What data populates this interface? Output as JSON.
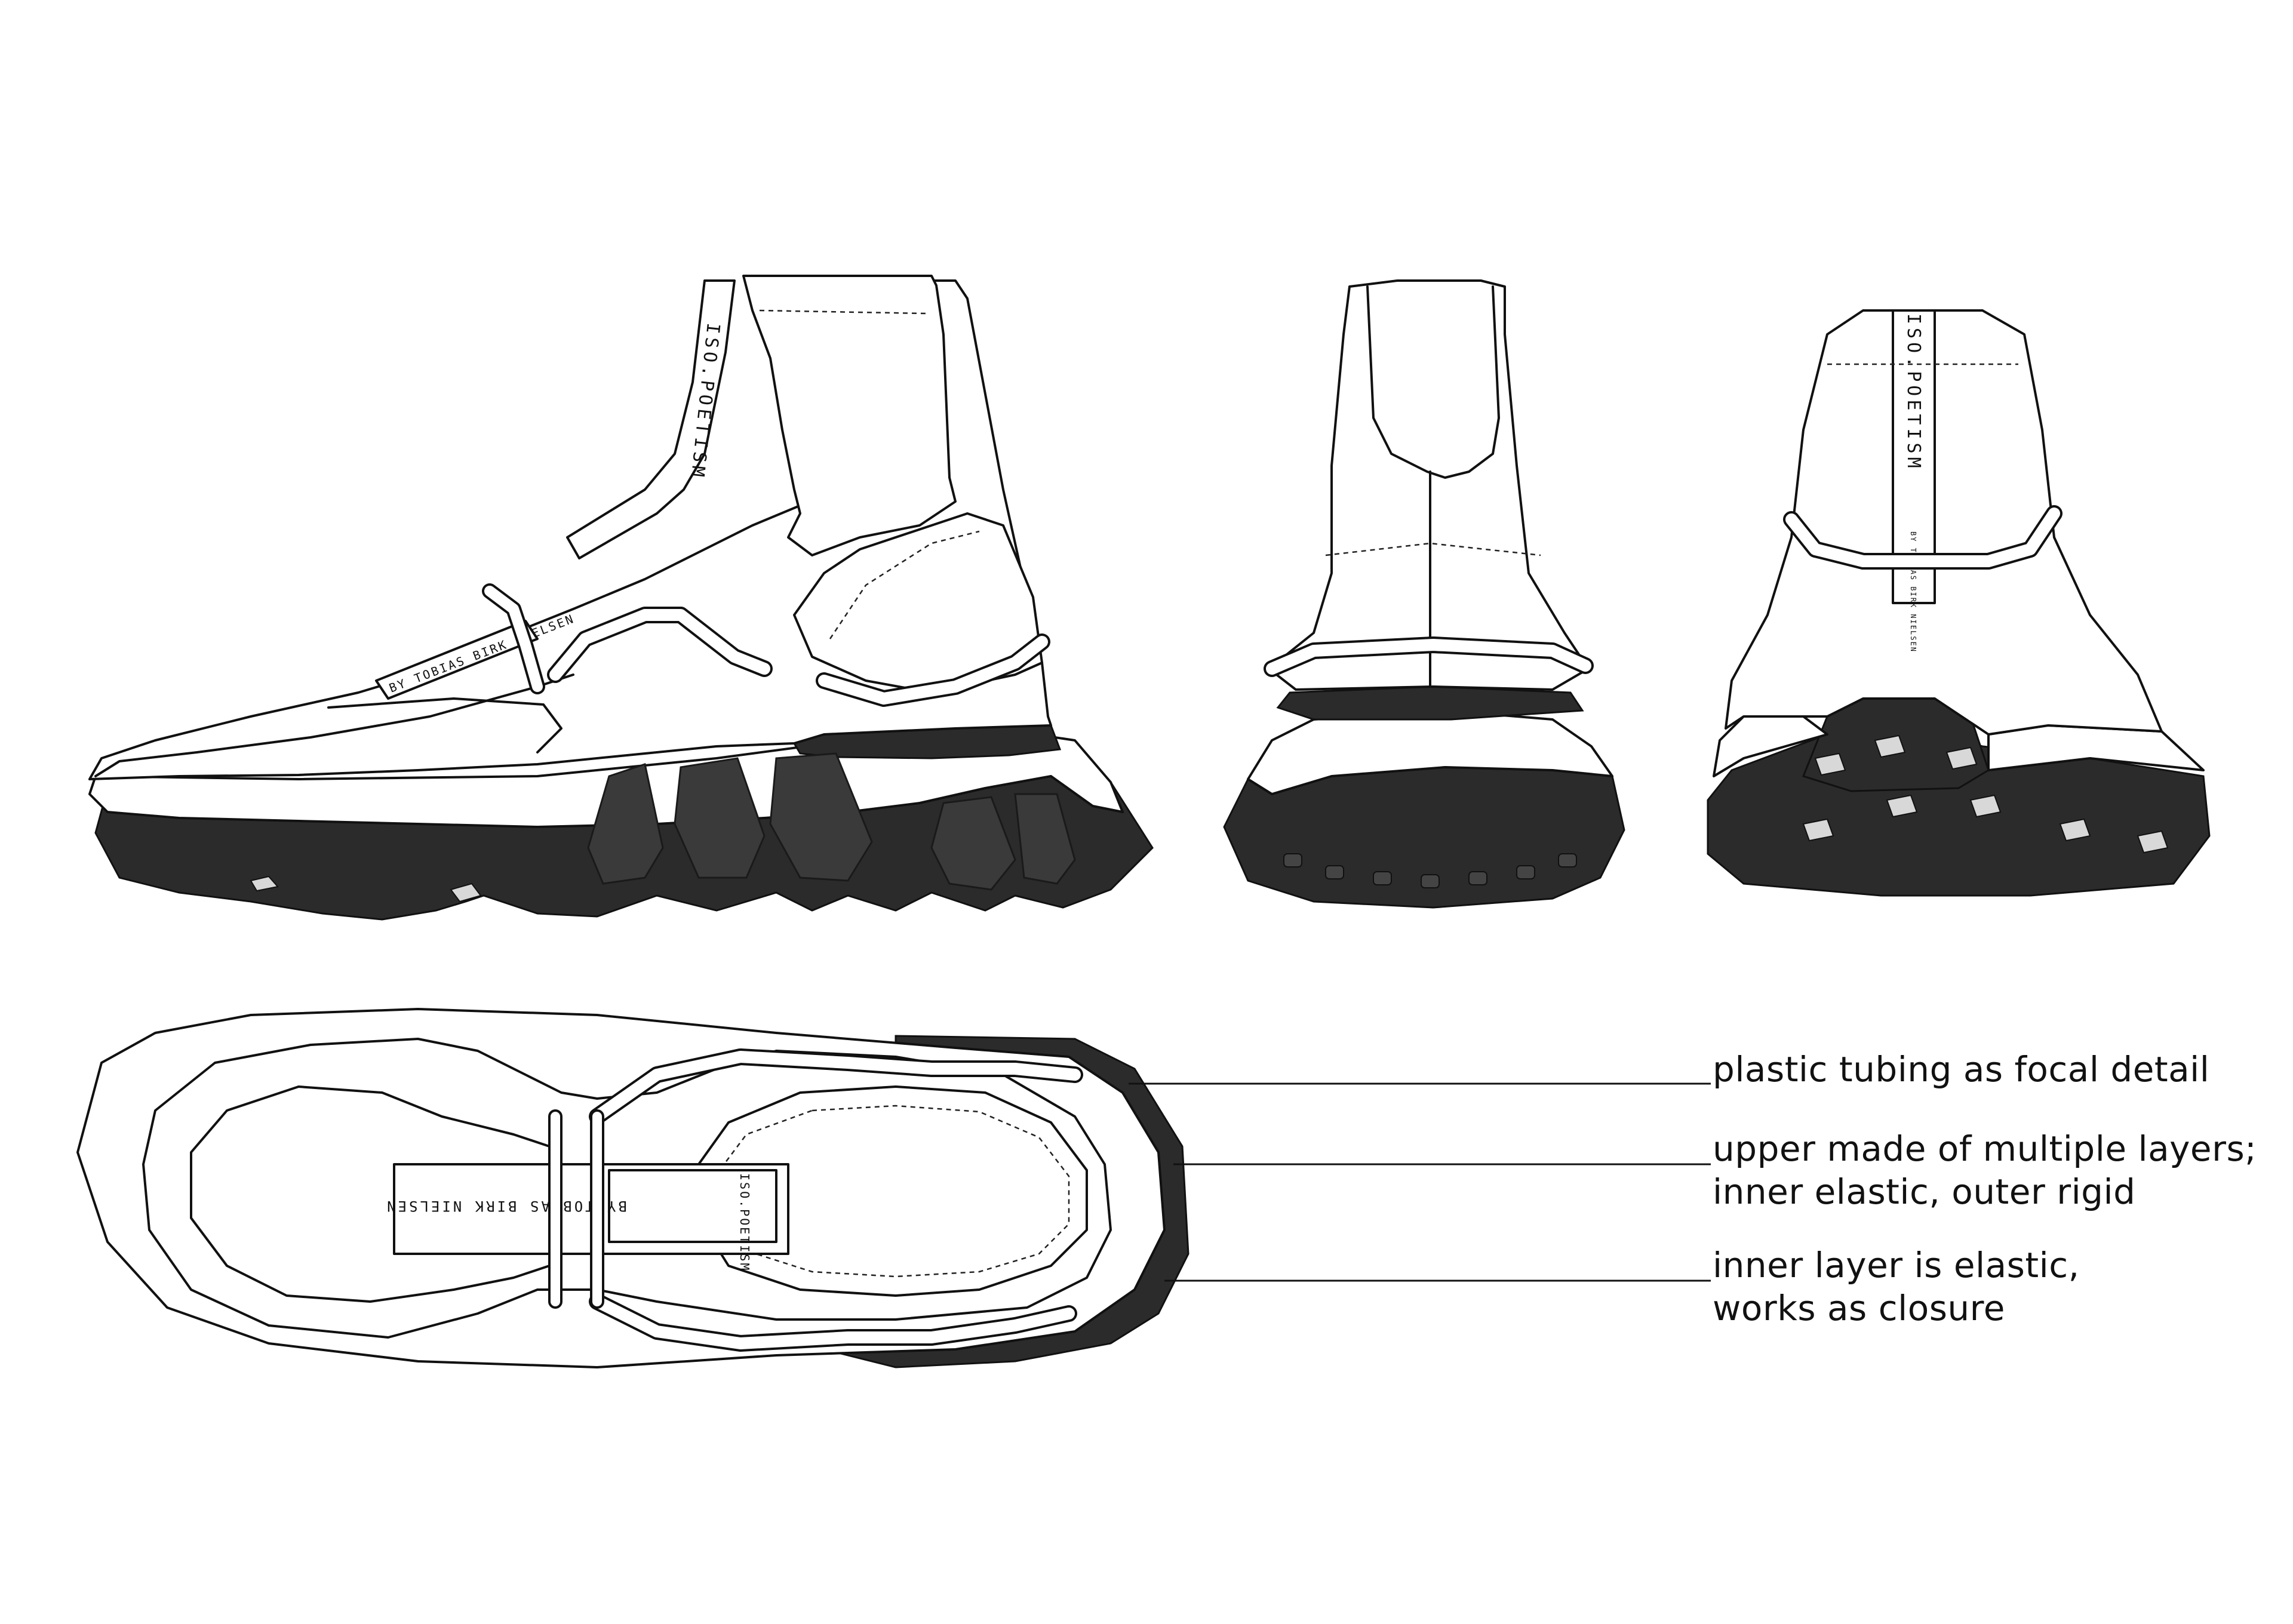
{
  "branding": {
    "logo_text": "ISO.POETISM",
    "byline_text": "BY TOBIAS BIRK NIELSEN"
  },
  "views": [
    "side-view",
    "front-view",
    "back-view",
    "top-view"
  ],
  "annotations": [
    {
      "lines": [
        "plastic tubing as focal detail"
      ]
    },
    {
      "lines": [
        "upper made of multiple layers;",
        "inner elastic, outer rigid"
      ]
    },
    {
      "lines": [
        "inner layer is elastic,",
        "works as closure"
      ]
    }
  ],
  "colors": {
    "line": "#111111",
    "sole": "#2b2b2b",
    "background": "#ffffff"
  }
}
